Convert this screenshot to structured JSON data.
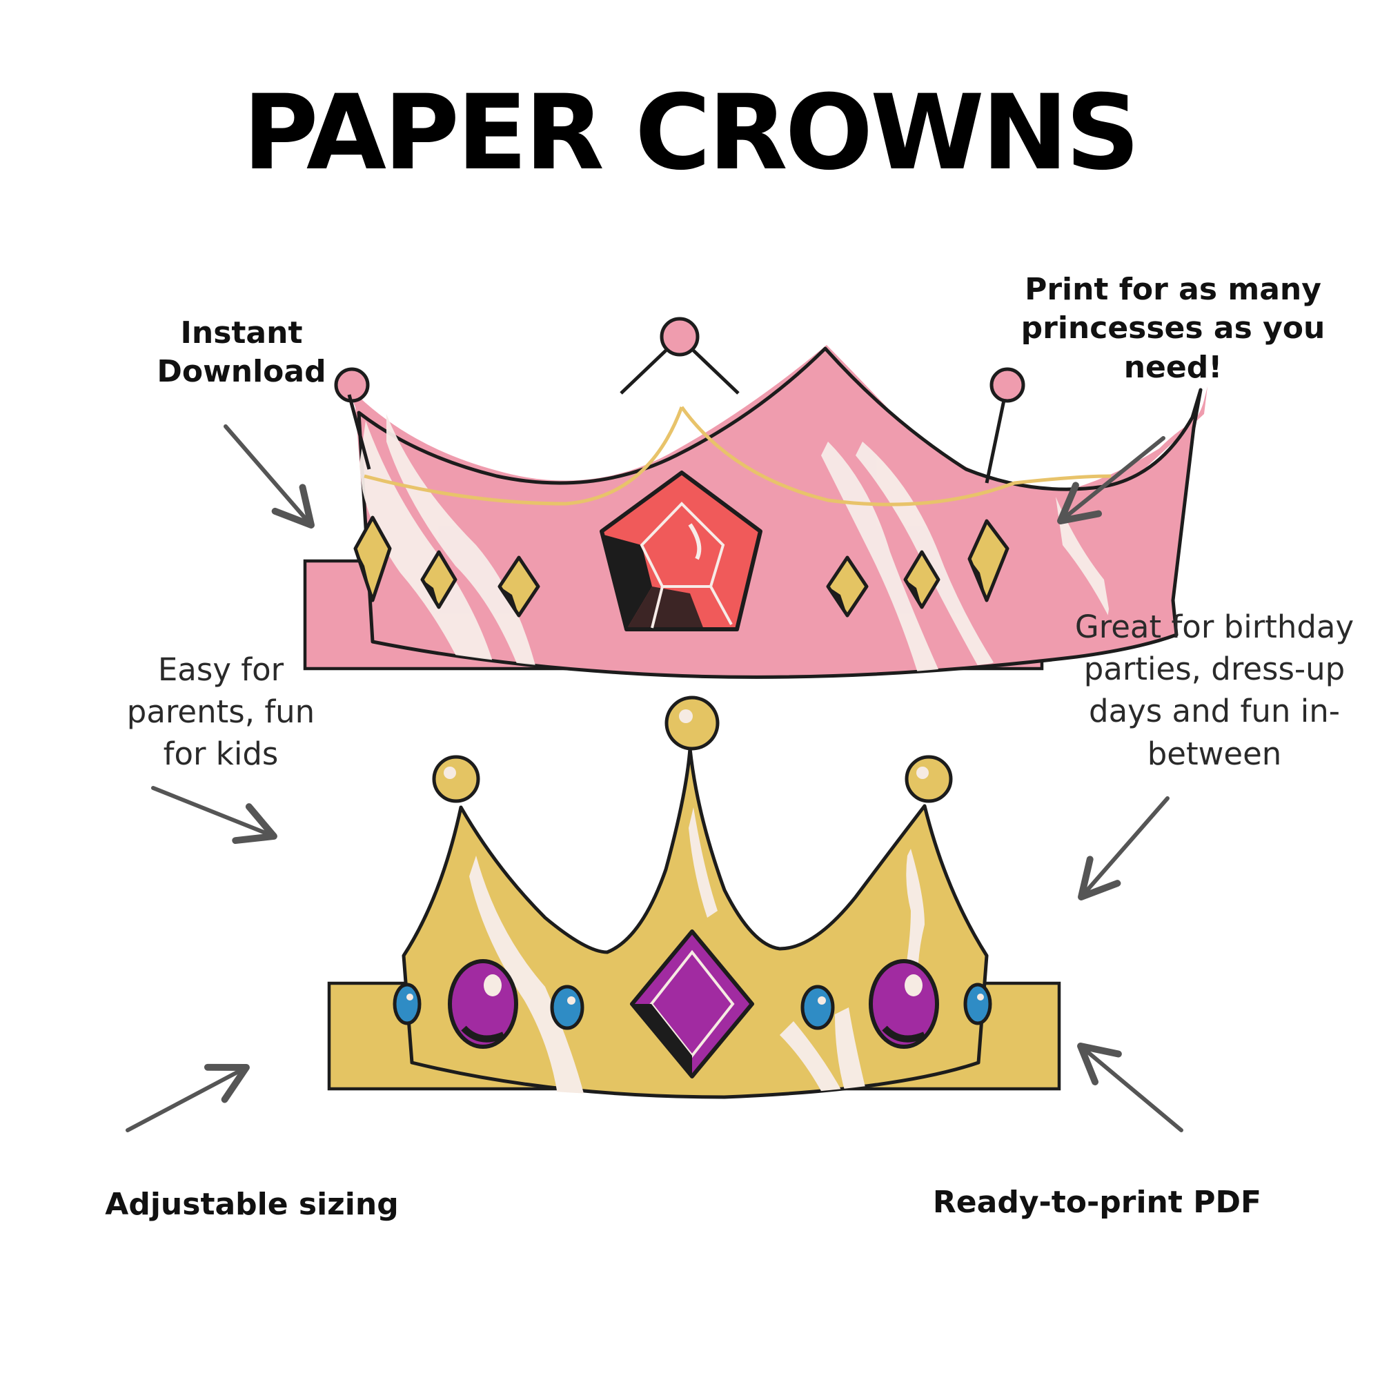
{
  "title": "PAPER CROWNS",
  "labels": {
    "instant_download": [
      "Instant",
      "Download"
    ],
    "print_many": [
      "Print for as many",
      "princesses as you",
      "need!"
    ],
    "easy_parents": [
      "Easy for",
      "parents, fun",
      "for kids"
    ],
    "great_for": [
      "Great for birthday",
      "parties, dress-up",
      "days and fun in-",
      "between"
    ],
    "adjustable": [
      "Adjustable sizing"
    ],
    "ready_pdf": [
      "Ready-to-print PDF"
    ]
  },
  "colors": {
    "pink_crown": "#ef9cae",
    "pink_highlight": "#f7ece8",
    "gold_crown": "#e4c463",
    "gold_highlight": "#f6ebe3",
    "red_gem": "#f05a5a",
    "purple_gem": "#a12ba1",
    "blue_gem": "#2f8cc5",
    "yellow_gem": "#e4c463",
    "outline": "#1c1c1c",
    "arrow": "#555555"
  },
  "icons": [
    "pink-crown-illustration",
    "gold-crown-illustration",
    "arrow-icon"
  ]
}
